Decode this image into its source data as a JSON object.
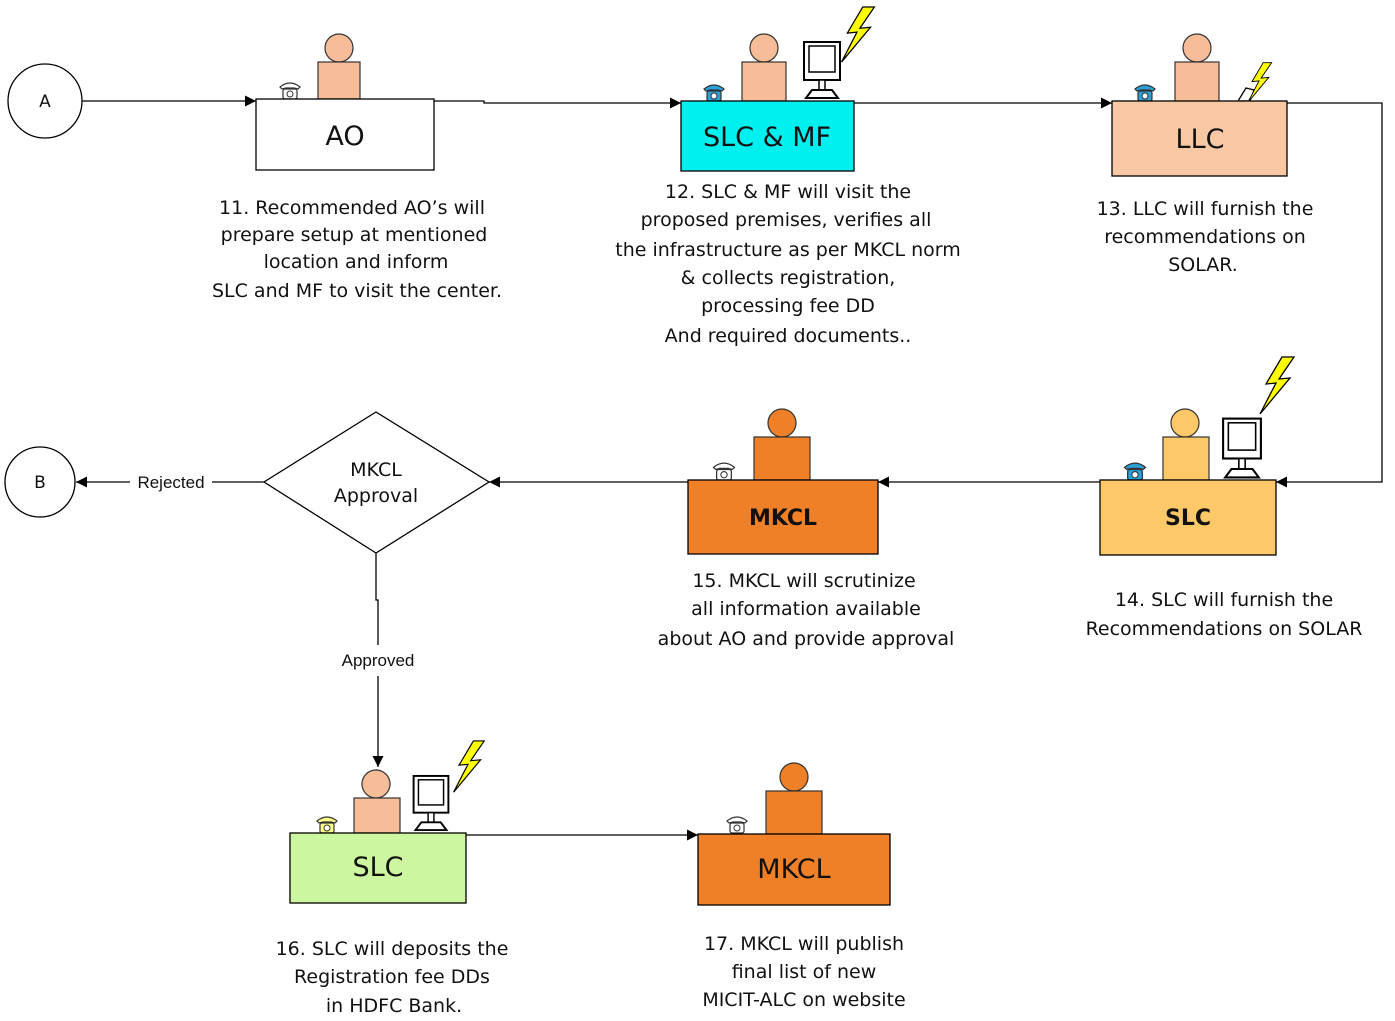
{
  "connectors": {
    "a": "A",
    "b": "B"
  },
  "edges": {
    "rejected": "Rejected",
    "approved": "Approved"
  },
  "decision": {
    "line1": "MKCL",
    "line2": "Approval"
  },
  "nodes": {
    "ao": {
      "label": "AO",
      "fill": "#ffffff"
    },
    "slc_mf": {
      "label": "SLC & MF",
      "fill": "#00f0f0"
    },
    "llc": {
      "label": "LLC",
      "fill": "#f8c8a4"
    },
    "slc1": {
      "label": "SLC",
      "fill": "#fdc868"
    },
    "mkcl1": {
      "label": "MKCL",
      "fill": "#f08028"
    },
    "slc2": {
      "label": "SLC",
      "fill": "#ccf7a0"
    },
    "mkcl2": {
      "label": "MKCL",
      "fill": "#f08028"
    }
  },
  "captions": {
    "s11": [
      "11. Recommended AO’s will",
      "prepare setup at mentioned",
      "location and inform",
      "SLC and MF to visit the  center."
    ],
    "s12": [
      "12. SLC & MF  will visit  the",
      "proposed premises, verifies all",
      "the infrastructure as per MKCL norm",
      "& collects registration,",
      "processing fee DD",
      "And required documents.."
    ],
    "s13": [
      "13. LLC will furnish the",
      "recommendations on",
      "SOLAR."
    ],
    "s14": [
      "14. SLC will furnish the",
      "Recommendations on SOLAR"
    ],
    "s15": [
      "15. MKCL will scrutinize",
      "all information available",
      "about AO and provide approval"
    ],
    "s16": [
      "16. SLC will deposits the",
      "Registration fee DDs",
      "in HDFC Bank."
    ],
    "s17": [
      "17. MKCL will publish",
      "final list of new",
      "MICIT-ALC on website"
    ]
  },
  "colors": {
    "person_light": "#f7bd98",
    "person_dark": "#f08028",
    "person_yellow": "#fdc868",
    "phone_blue": "#2a9fd8",
    "phone_white": "#ffffff",
    "phone_yellow": "#ffff88",
    "bolt": "#ffff00"
  }
}
